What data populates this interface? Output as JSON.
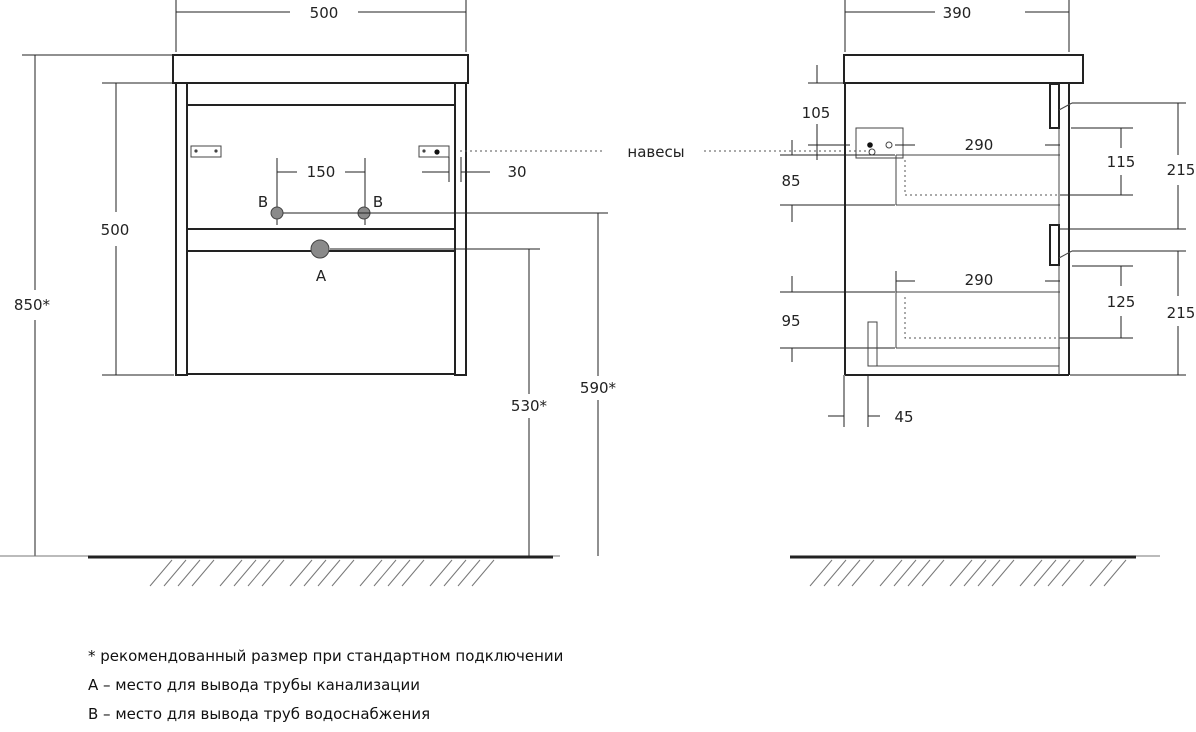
{
  "front_view": {
    "width": "500",
    "height_total": "850*",
    "height_body": "500",
    "pipe_spacing": "150",
    "hinge_offset": "30",
    "pipe_b_left": "B",
    "pipe_b_right": "B",
    "pipe_a": "A",
    "drain_height": "530*",
    "supply_height": "590*"
  },
  "side_view": {
    "depth": "390",
    "top_offset": "105",
    "hinge_label": "навесы",
    "upper_drawer_depth": "290",
    "upper_drawer_gap": "85",
    "upper_drawer_height": "115",
    "upper_rail": "215",
    "lower_drawer_depth": "290",
    "lower_drawer_gap": "95",
    "lower_drawer_height": "125",
    "lower_rail": "215",
    "plinth": "45"
  },
  "notes": [
    "* рекомендованный размер при стандартном подключении",
    "А – место для вывода трубы канализации",
    "В – место для вывода труб водоснабжения"
  ],
  "colors": {
    "line": "#222222",
    "pipe_fill": "#8a8a8a",
    "floor": "#222222"
  }
}
